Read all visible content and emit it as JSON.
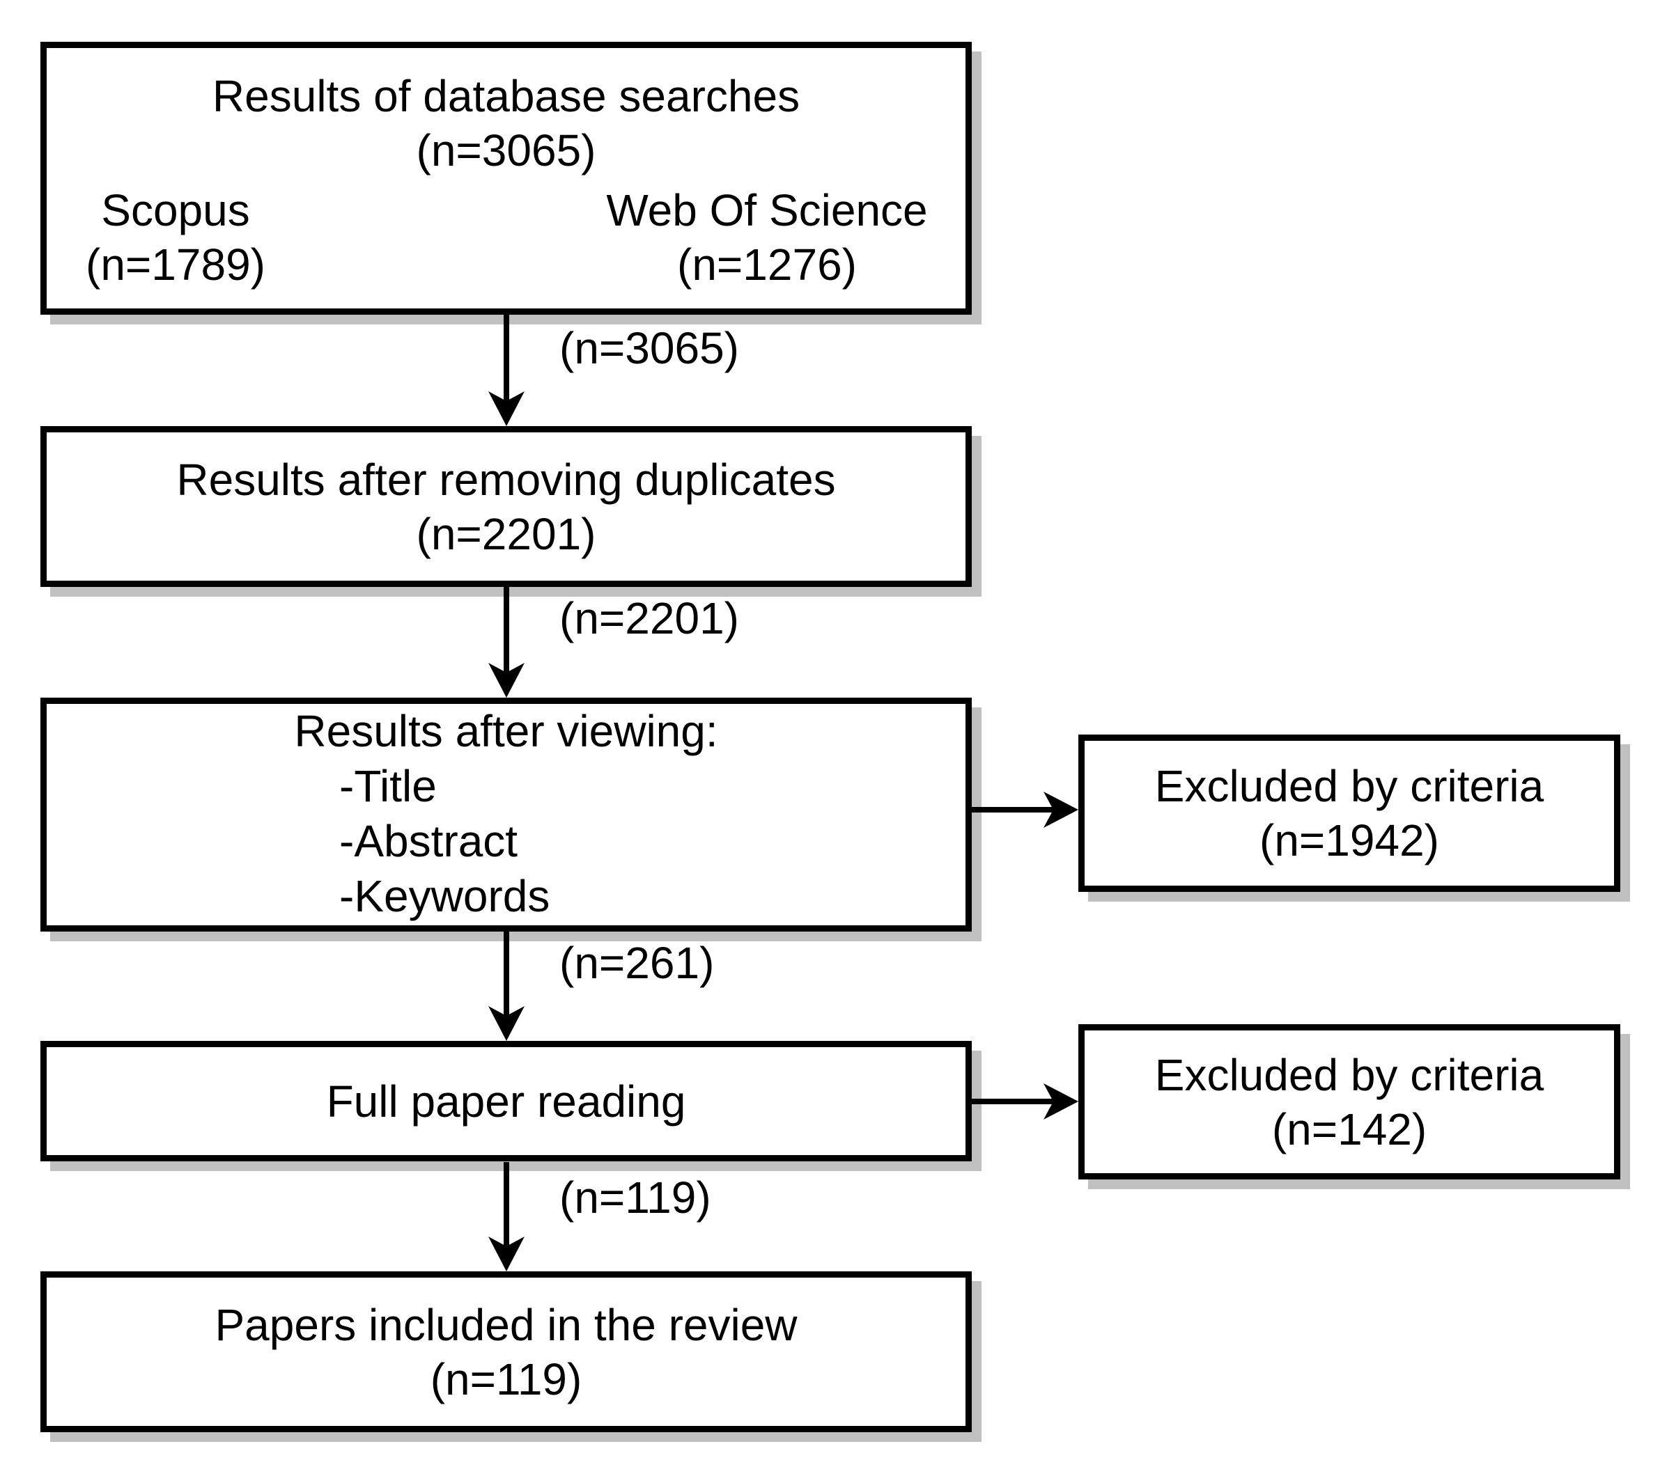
{
  "diagram": {
    "boxes": {
      "database_searches": {
        "title": "Results of database searches",
        "count": "(n=3065)",
        "sources": [
          {
            "name": "Scopus",
            "count": "(n=1789)"
          },
          {
            "name": "Web Of Science",
            "count": "(n=1276)"
          }
        ]
      },
      "removing_duplicates": {
        "title": "Results after removing duplicates",
        "count": "(n=2201)"
      },
      "after_viewing": {
        "title": "Results after viewing:",
        "items": [
          "-Title",
          "-Abstract",
          "-Keywords"
        ]
      },
      "full_paper_reading": {
        "title": "Full paper reading"
      },
      "papers_included": {
        "title": "Papers included in the review",
        "count": "(n=119)"
      },
      "excluded_after_viewing": {
        "title": "Excluded by criteria",
        "count": "(n=1942)"
      },
      "excluded_after_full_paper": {
        "title": "Excluded by criteria",
        "count": "(n=142)"
      }
    },
    "arrow_labels": {
      "searches_to_duplicates": "(n=3065)",
      "duplicates_to_viewing": "(n=2201)",
      "viewing_to_full_paper": "(n=261)",
      "full_paper_to_included": "(n=119)"
    },
    "colors": {
      "border": "#000000",
      "text": "#000000",
      "shadow": "#c0c0c0",
      "background": "#ffffff"
    }
  }
}
